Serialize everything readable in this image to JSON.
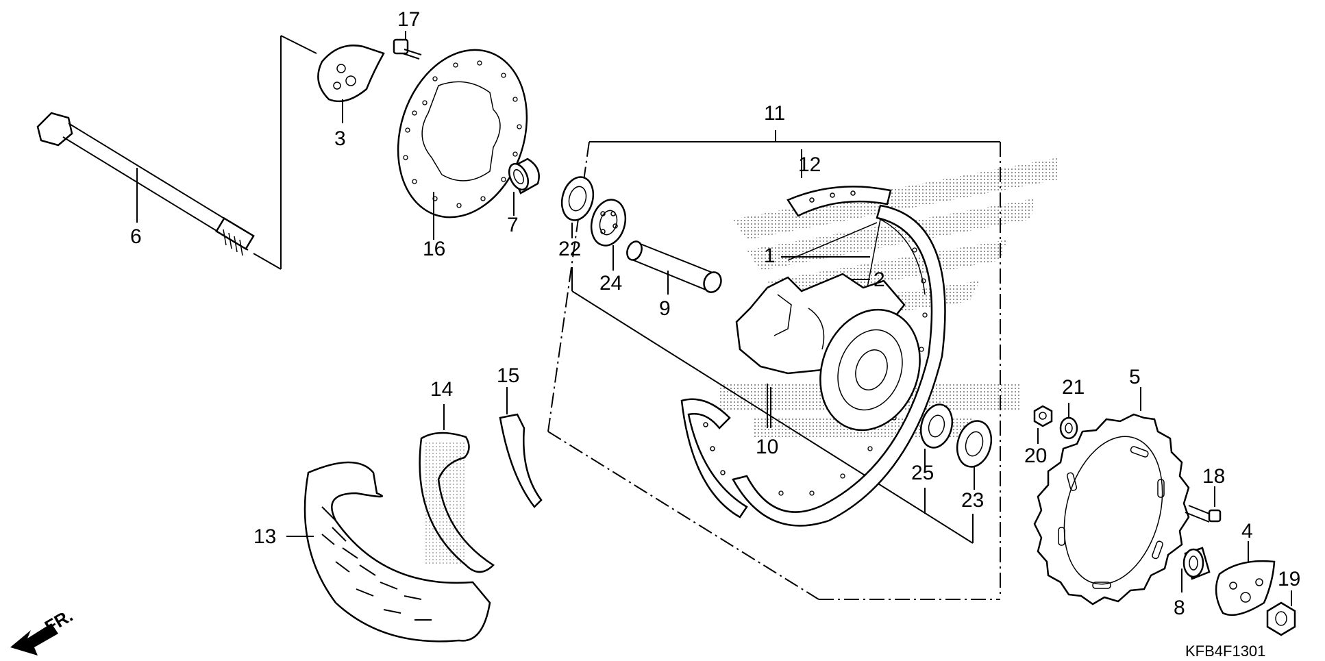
{
  "diagram_code": "KFB4F1301",
  "direction_label": "FR.",
  "callouts": {
    "c1": "1",
    "c2": "2",
    "c3": "3",
    "c4": "4",
    "c5": "5",
    "c6": "6",
    "c7": "7",
    "c8": "8",
    "c9": "9",
    "c10": "10",
    "c11": "11",
    "c12": "12",
    "c13": "13",
    "c14": "14",
    "c15": "15",
    "c16": "16",
    "c17": "17",
    "c18": "18",
    "c19": "19",
    "c20": "20",
    "c21": "21",
    "c22": "22",
    "c23": "23",
    "c24": "24",
    "c25": "25"
  }
}
